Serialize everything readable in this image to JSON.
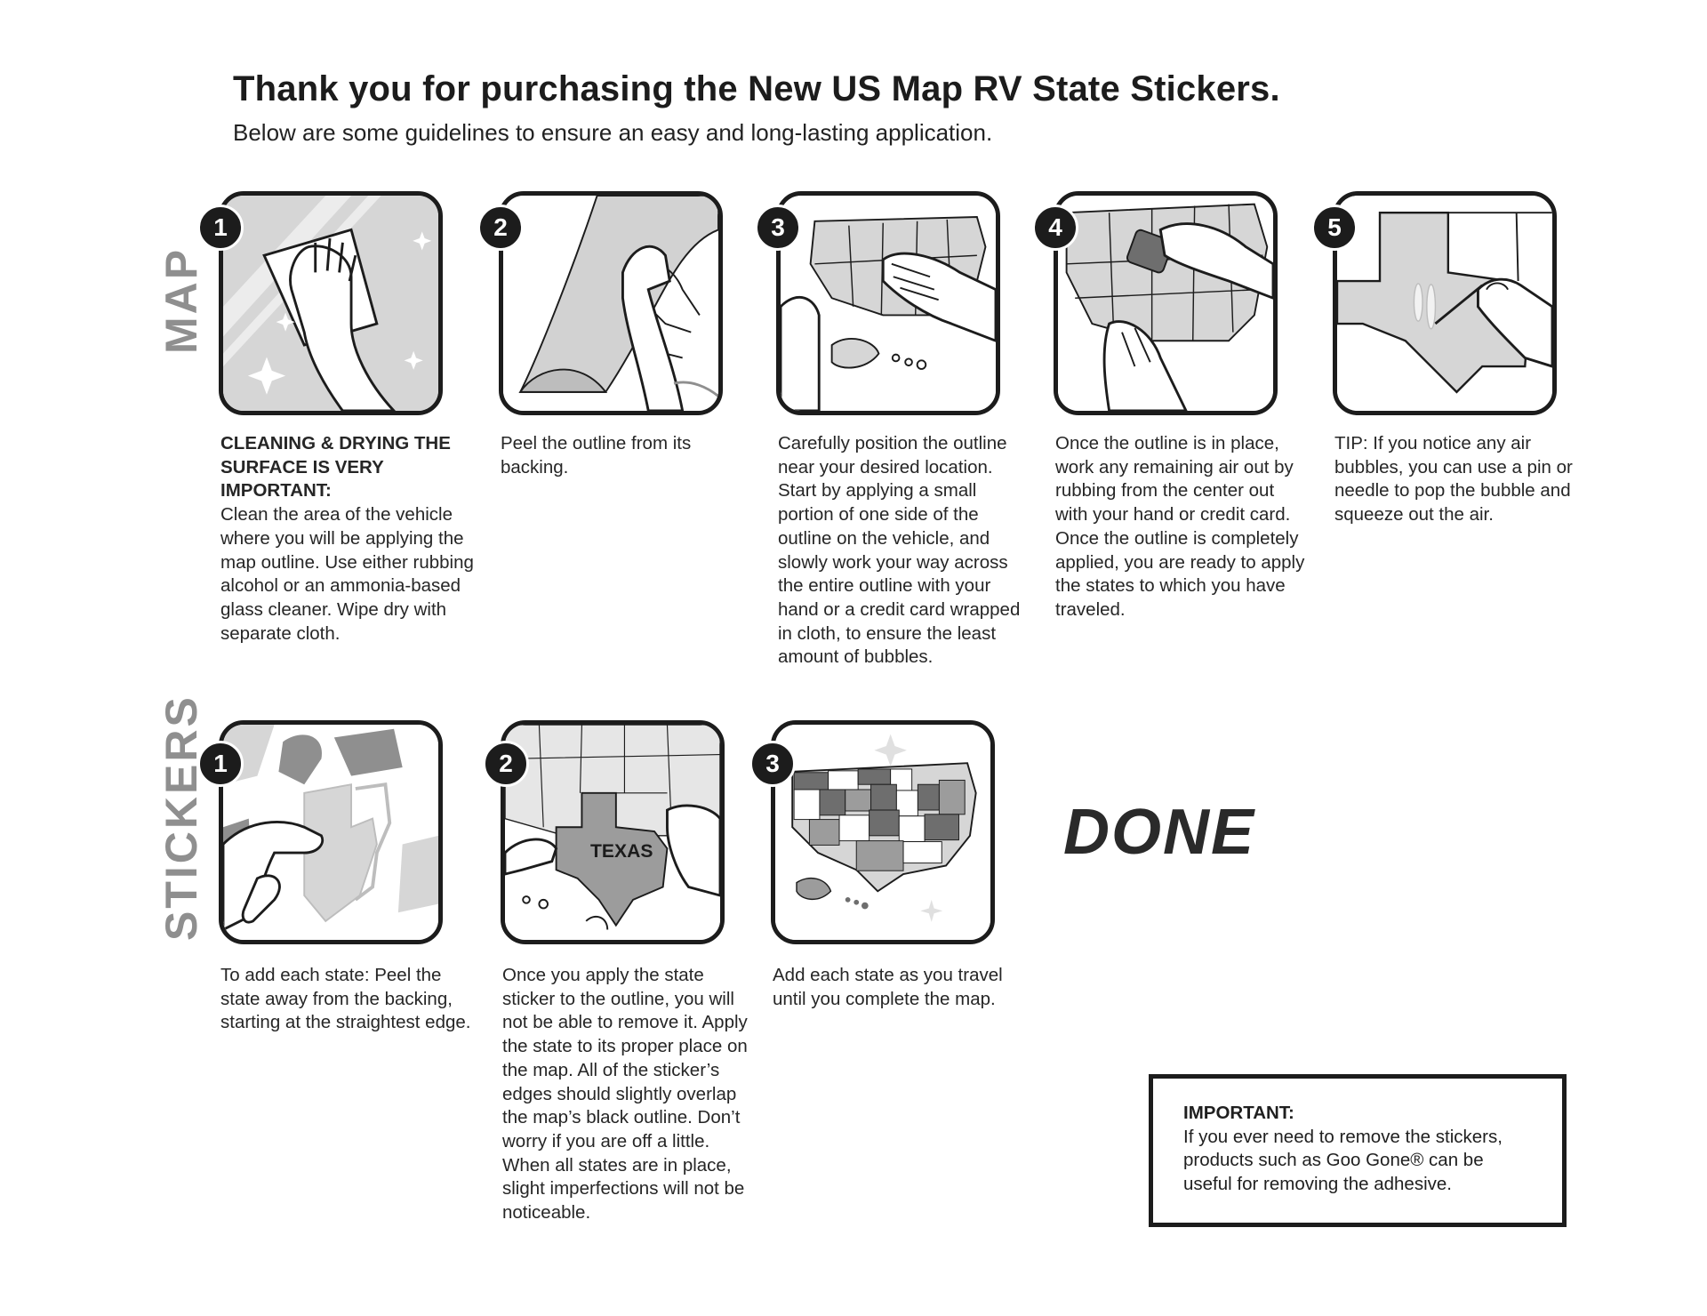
{
  "header": {
    "title": "Thank you for purchasing the New US Map RV State Stickers.",
    "subtitle": "Below are some guidelines to ensure an easy and long-lasting application."
  },
  "sections": {
    "map": {
      "label": "MAP",
      "steps": [
        {
          "number": "1",
          "icon": "cleaning-cloth-icon",
          "lead": "CLEANING & DRYING THE SURFACE IS VERY IMPORTANT:",
          "text": "Clean the area of the vehicle where you will be applying the map outline. Use either rubbing alcohol or an ammonia-based glass cleaner. Wipe dry with separate cloth."
        },
        {
          "number": "2",
          "icon": "peel-backing-icon",
          "text": "Peel the outline from its backing."
        },
        {
          "number": "3",
          "icon": "position-outline-icon",
          "text": "Carefully position the outline near your desired location. Start by applying a small portion of one side of the outline on the vehicle, and slowly work your way across the entire outline with your hand or a credit card wrapped in cloth, to ensure the least amount of bubbles."
        },
        {
          "number": "4",
          "icon": "squeegee-icon",
          "text": "Once the outline is in place, work any remaining air out by rubbing from the center out with your hand or credit card. Once the outline is completely applied, you are ready to apply the states to which you have traveled."
        },
        {
          "number": "5",
          "icon": "pin-bubble-icon",
          "text": "TIP: If you notice any air bubbles, you can use a pin or needle to pop the bubble and squeeze out the air."
        }
      ]
    },
    "stickers": {
      "label": "STICKERS",
      "steps": [
        {
          "number": "1",
          "icon": "peel-sticker-icon",
          "text": "To add each state: Peel the state away from the backing, starting at the straightest edge."
        },
        {
          "number": "2",
          "icon": "apply-texas-icon",
          "sticker_label": "TEXAS",
          "text": "Once you apply the state sticker to the outline, you will not be able to remove it. Apply the state to its proper place on the map. All of the sticker’s edges should slightly overlap the map’s black outline. Don’t worry if you are off a little. When all states are in place, slight imperfections will not be noticeable."
        },
        {
          "number": "3",
          "icon": "completed-map-icon",
          "text": "Add each state as you travel until you complete the map."
        }
      ]
    }
  },
  "done": "DONE",
  "important": {
    "heading": "IMPORTANT:",
    "body": "If you ever need to remove the stickers, products such as Goo Gone® can be useful for removing the adhesive."
  },
  "colors": {
    "ink": "#1c1c1c",
    "gray_label": "#8f8f8f",
    "panel_fill": "#d6d6d6"
  }
}
